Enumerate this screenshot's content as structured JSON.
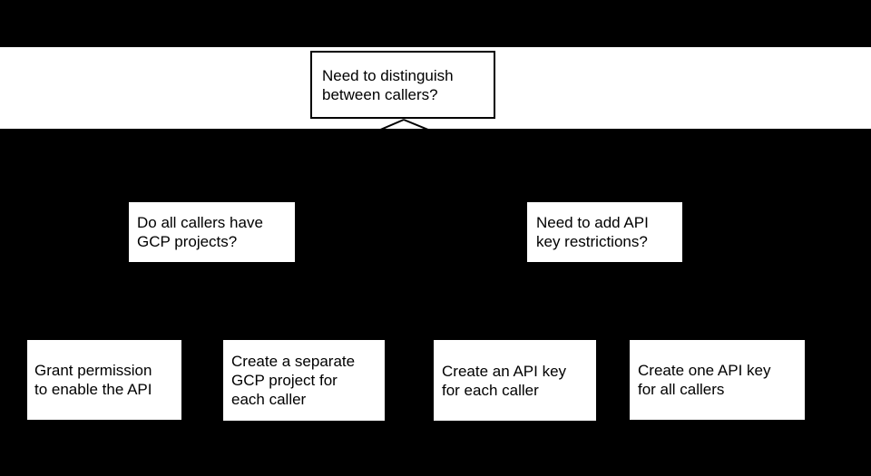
{
  "diagram": {
    "colors": {
      "background": "#000000",
      "band": "#ffffff",
      "box_fill": "#ffffff",
      "line_and_border": "#000000",
      "text": "#000000"
    },
    "root": {
      "lines": [
        "Need to distinguish",
        "between callers?"
      ]
    },
    "questions": [
      {
        "lines": [
          "Do all callers have",
          "GCP projects?"
        ]
      },
      {
        "lines": [
          "Need to add API",
          "key restrictions?"
        ]
      }
    ],
    "answers": [
      {
        "lines": [
          "Grant permission",
          "to enable the API"
        ]
      },
      {
        "lines": [
          "Create a separate",
          "GCP project for",
          "each caller"
        ]
      },
      {
        "lines": [
          "Create an API key",
          "for each caller"
        ]
      },
      {
        "lines": [
          "Create one API key",
          "for all callers"
        ]
      }
    ]
  }
}
